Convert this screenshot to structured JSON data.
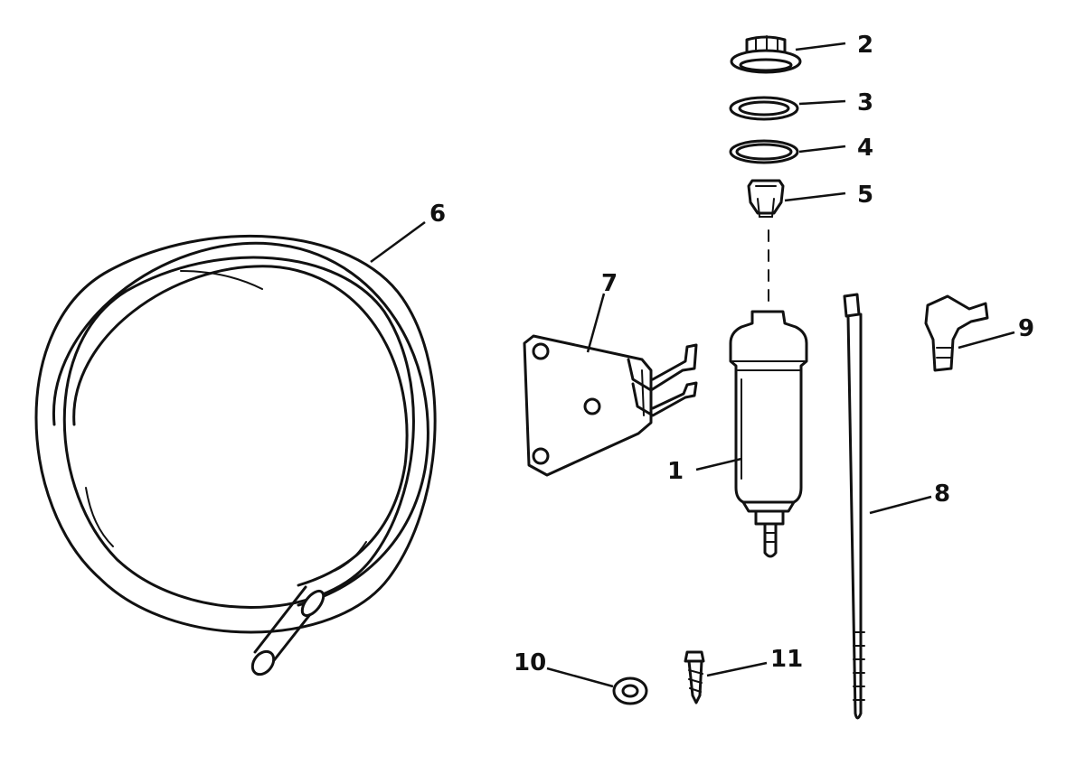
{
  "callouts": [
    {
      "key": "c1",
      "label": "1",
      "part": "fuel-filter"
    },
    {
      "key": "c2",
      "label": "2",
      "part": "filter-cap"
    },
    {
      "key": "c3",
      "label": "3",
      "part": "cap-ring"
    },
    {
      "key": "c4",
      "label": "4",
      "part": "o-ring"
    },
    {
      "key": "c5",
      "label": "5",
      "part": "filter-element-top"
    },
    {
      "key": "c6",
      "label": "6",
      "part": "hose"
    },
    {
      "key": "c7",
      "label": "7",
      "part": "mounting-bracket"
    },
    {
      "key": "c8",
      "label": "8",
      "part": "cable-tie"
    },
    {
      "key": "c9",
      "label": "9",
      "part": "elbow-fitting"
    },
    {
      "key": "c10",
      "label": "10",
      "part": "washer"
    },
    {
      "key": "c11",
      "label": "11",
      "part": "screw"
    }
  ]
}
